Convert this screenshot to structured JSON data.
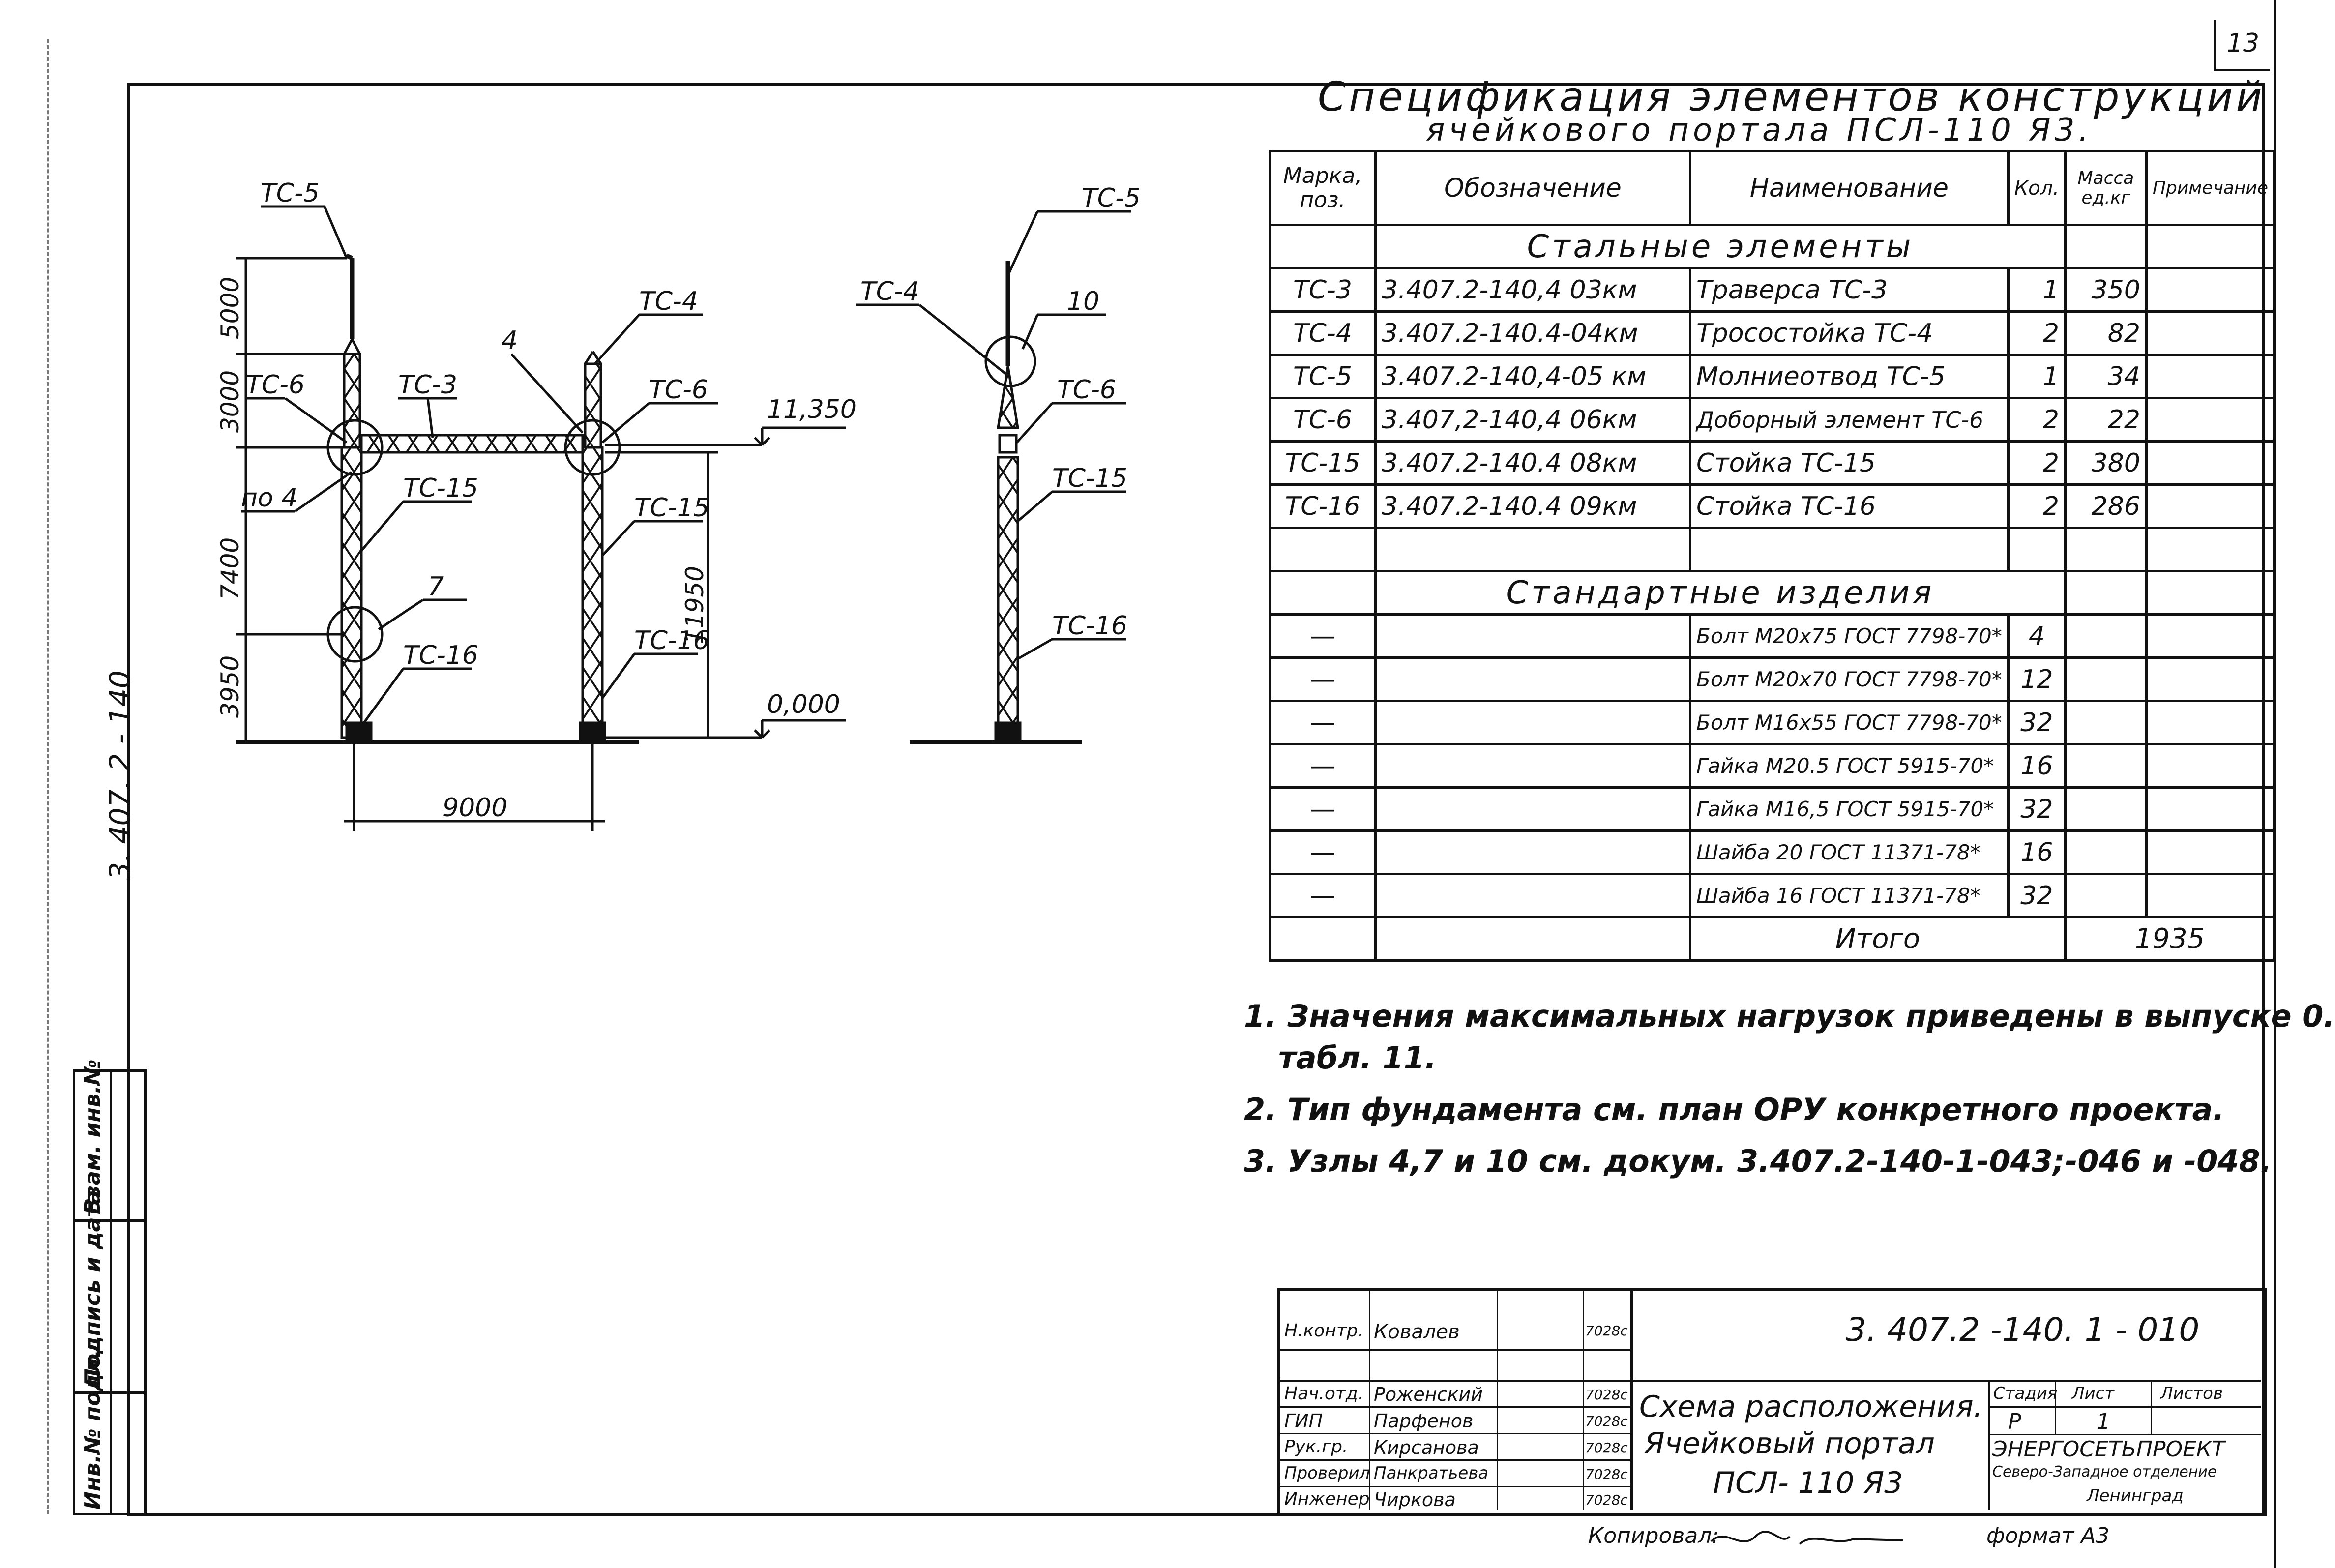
{
  "sheet_number": "13",
  "side_code": "3. 407. 2 - 140",
  "spec": {
    "title_line1": "Спецификация элементов конструкций",
    "title_line2": "ячейкового портала ПСЛ-110 Я3.",
    "headers": [
      "Марка, поз.",
      "Обозначение",
      "Наименование",
      "Кол.",
      "Масса ед.кг",
      "Примечание"
    ],
    "section_steel": "Стальные элементы",
    "steel_rows": [
      {
        "mark": "ТС-3",
        "code": "3.407.2-140,4 03км",
        "name": "Траверса ТС-3",
        "qty": "1",
        "mass": "350"
      },
      {
        "mark": "ТС-4",
        "code": "3.407.2-140.4-04км",
        "name": "Тросостойка ТС-4",
        "qty": "2",
        "mass": "82"
      },
      {
        "mark": "ТС-5",
        "code": "3.407.2-140,4-05 км",
        "name": "Молниеотвод ТС-5",
        "qty": "1",
        "mass": "34"
      },
      {
        "mark": "ТС-6",
        "code": "3.407,2-140,4 06км",
        "name": "Доборный элемент ТС-6",
        "qty": "2",
        "mass": "22"
      },
      {
        "mark": "ТС-15",
        "code": "3.407.2-140.4 08км",
        "name": "Стойка ТС-15",
        "qty": "2",
        "mass": "380"
      },
      {
        "mark": "ТС-16",
        "code": "3.407.2-140.4 09км",
        "name": "Стойка ТС-16",
        "qty": "2",
        "mass": "286"
      }
    ],
    "section_std": "Стандартные изделия",
    "std_rows": [
      {
        "mark": "—",
        "name": "Болт М20х75 ГОСТ 7798-70*",
        "qty": "4"
      },
      {
        "mark": "—",
        "name": "Болт М20х70 ГОСТ 7798-70*",
        "qty": "12"
      },
      {
        "mark": "—",
        "name": "Болт М16х55 ГОСТ 7798-70*",
        "qty": "32"
      },
      {
        "mark": "—",
        "name": "Гайка М20.5 ГОСТ 5915-70*",
        "qty": "16"
      },
      {
        "mark": "—",
        "name": "Гайка М16,5 ГОСТ 5915-70*",
        "qty": "32"
      },
      {
        "mark": "—",
        "name": "Шайба 20 ГОСТ 11371-78*",
        "qty": "16"
      },
      {
        "mark": "—",
        "name": "Шайба 16 ГОСТ 11371-78*",
        "qty": "32"
      }
    ],
    "total_label": "Итого",
    "total_value": "1935"
  },
  "notes": [
    "1. Значения максимальных нагрузок приведены в выпуске 0.",
    "табл. 11.",
    "2. Тип фундамента см. план ОРУ конкретного проекта.",
    "3. Узлы 4,7 и 10 см. докум. 3.407.2-140-1-043;-046 и -048."
  ],
  "drawing": {
    "front_labels": {
      "tc5": "ТС-5",
      "tc6_left": "ТС-6",
      "tc3": "ТС-3",
      "four": "4",
      "tc4": "ТС-4",
      "tc6_right": "ТС-6",
      "po4": "по 4",
      "tc15_left": "ТС-15",
      "tc15_right": "ТС-15",
      "seven": "7",
      "tc16_left": "ТС-16",
      "tc16_right": "ТС-16"
    },
    "dims": {
      "d5000": "5000",
      "d3000": "3000",
      "d7400": "7400",
      "d3950": "3950",
      "d9000": "9000",
      "d11950": "11950",
      "lvl_top": "11,350",
      "lvl_zero": "0,000"
    },
    "side_labels": {
      "tc5": "ТС-5",
      "tc4": "ТС-4",
      "ten": "10",
      "tc6": "ТС-6",
      "tc15": "ТС-15",
      "tc16": "ТС-16"
    }
  },
  "titleblock": {
    "doc_code": "3. 407.2 -140. 1 - 010",
    "drawing_title": [
      "Схема расположения.",
      "Ячейковый портал",
      "ПСЛ- 110 Я3"
    ],
    "stage_head": "Стадия",
    "sheet_head": "Лист",
    "sheets_head": "Листов",
    "stage": "Р",
    "sheet": "1",
    "sheets": "",
    "org": [
      "ЭНЕРГОСЕТЬПРОЕКТ",
      "Северо-Западное отделение",
      "Ленинград"
    ],
    "people": [
      {
        "role": "Н.контр.",
        "name": "Ковалев",
        "date": "7028с"
      },
      {
        "role": "Нач.отд.",
        "name": "Роженский",
        "date": "7028с"
      },
      {
        "role": "ГИП",
        "name": "Парфенов",
        "date": "7028с"
      },
      {
        "role": "Рук.гр.",
        "name": "Кирсанова",
        "date": "7028с"
      },
      {
        "role": "Проверил",
        "name": "Панкратьева",
        "date": "7028с"
      },
      {
        "role": "Инженер",
        "name": "Чиркова",
        "date": "7028с"
      }
    ],
    "copied": "Копировал:",
    "format": "формат А3"
  },
  "stamp": [
    "Инв.№ подл.",
    "Подпись и дата",
    "Взам. инв.№"
  ]
}
